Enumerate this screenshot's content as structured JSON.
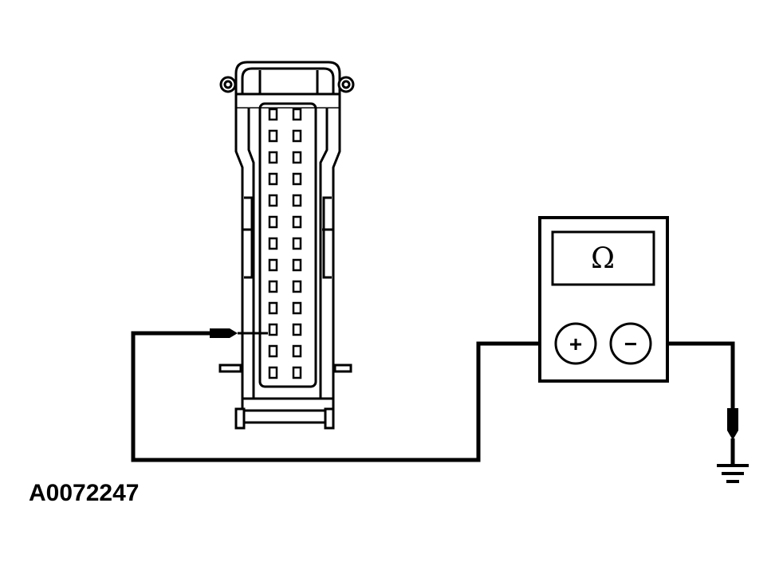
{
  "figure_id": "A0072247",
  "meter": {
    "display_symbol": "Ω",
    "positive_label": "+",
    "negative_label": "−"
  },
  "connector": {
    "pin_rows": 13,
    "pin_columns": 2,
    "probed_pin": {
      "row": 11,
      "column": 1
    }
  },
  "colors": {
    "line": "#000000",
    "background": "#ffffff"
  }
}
